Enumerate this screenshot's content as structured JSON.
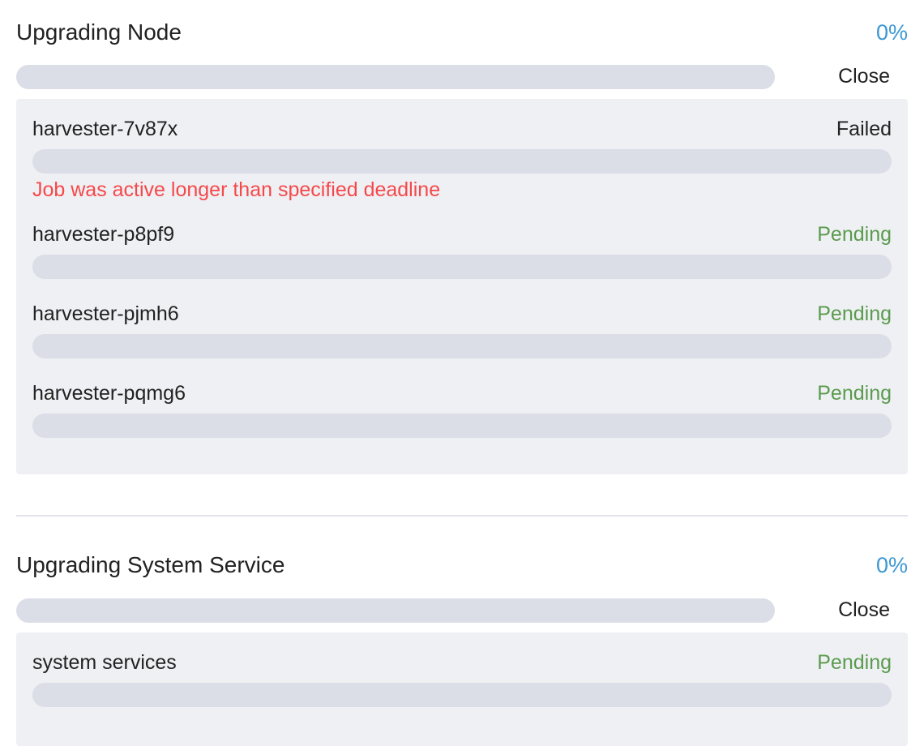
{
  "colors": {
    "accent": "#3d98d3",
    "pending": "#5a9b4d",
    "failed_text": "#222222",
    "error": "#f5484a",
    "track": "#dcdee7",
    "panel": "#eff0f4"
  },
  "node_upgrade": {
    "title": "Upgrading Node",
    "percent_label": "0%",
    "progress": 0,
    "close_label": "Close",
    "items": [
      {
        "name": "harvester-7v87x",
        "state": "Failed",
        "progress": 0,
        "error": "Job was active longer than specified deadline"
      },
      {
        "name": "harvester-p8pf9",
        "state": "Pending",
        "progress": 0
      },
      {
        "name": "harvester-pjmh6",
        "state": "Pending",
        "progress": 0
      },
      {
        "name": "harvester-pqmg6",
        "state": "Pending",
        "progress": 0
      }
    ]
  },
  "service_upgrade": {
    "title": "Upgrading System Service",
    "percent_label": "0%",
    "progress": 0,
    "close_label": "Close",
    "items": [
      {
        "name": "system services",
        "state": "Pending",
        "progress": 0
      }
    ]
  }
}
